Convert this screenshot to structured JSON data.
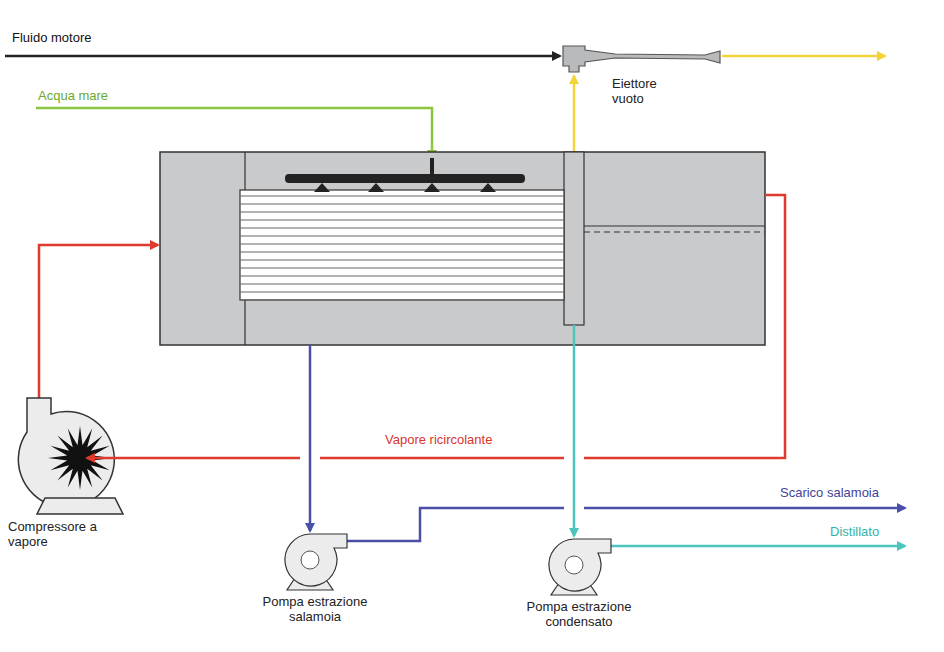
{
  "diagram": {
    "nodes": [
      {
        "text": [
          "Eiettore vuoto"
        ]
      },
      {
        "text": [
          "Compressore a vapore"
        ]
      },
      {
        "text": [
          "Pompa estrazione salamoia"
        ]
      },
      {
        "text": [
          "Pompa estrazione condensato"
        ]
      }
    ],
    "labels": [
      "Fluido motore",
      "Acqua mare",
      "Vapore ricircolante",
      "Scarico salamoia",
      "Distillato"
    ]
  }
}
